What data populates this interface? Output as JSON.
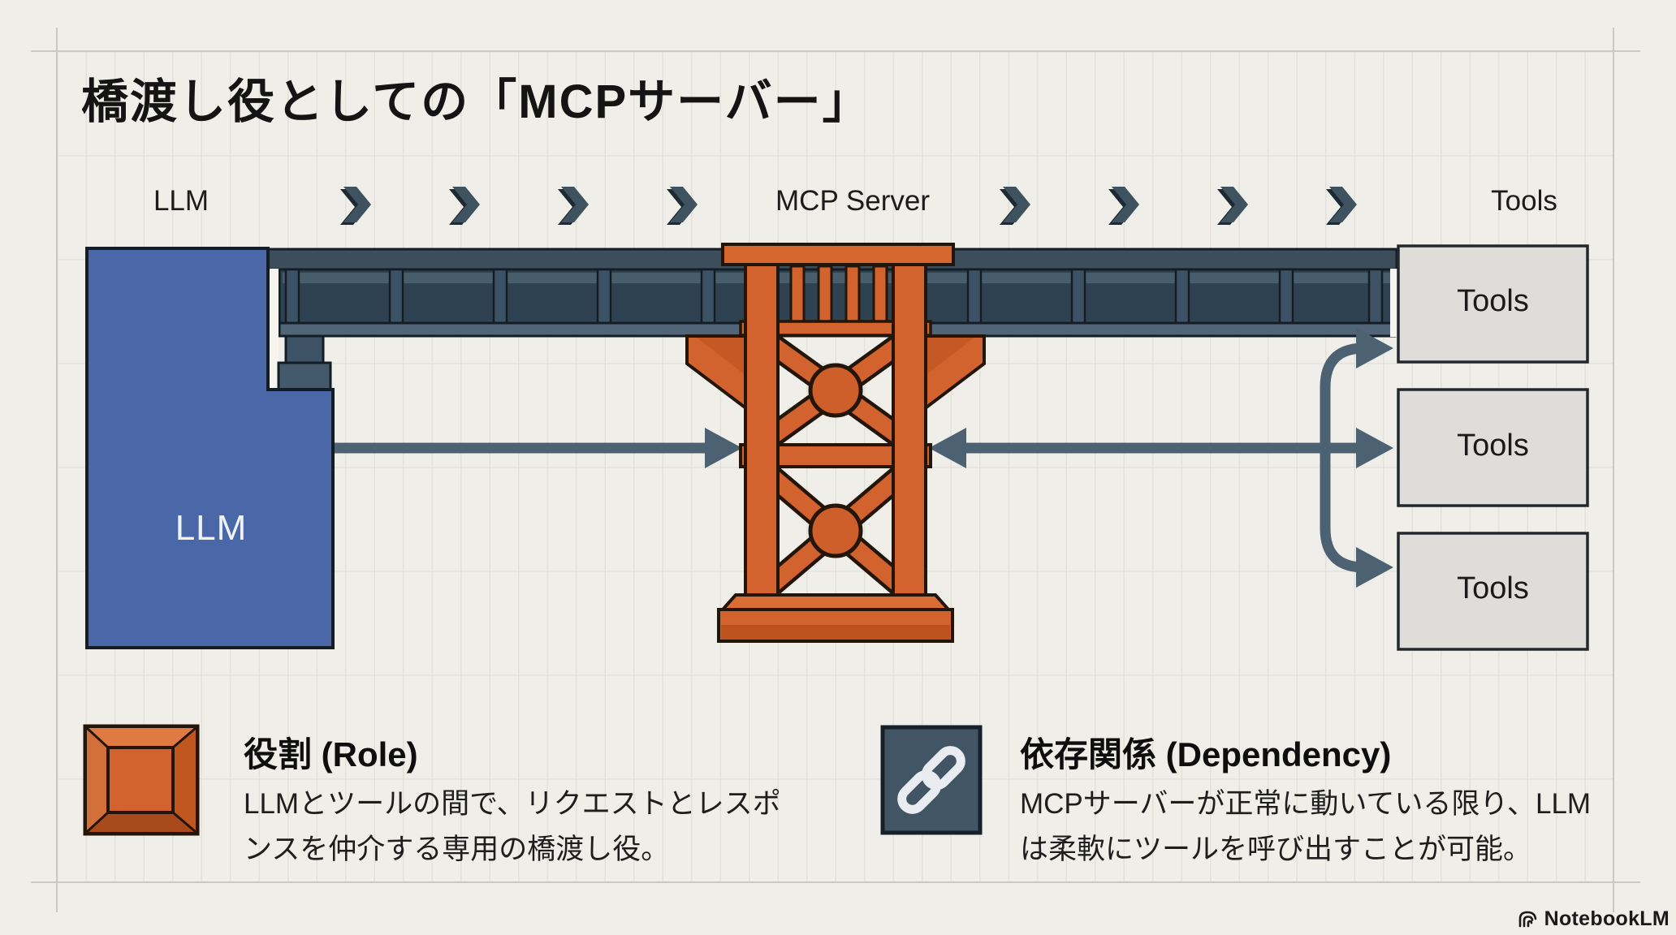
{
  "title": "橋渡し役としての「MCPサーバー」",
  "flow": {
    "llm_label": "LLM",
    "mcp_label": "MCP Server",
    "tools_label": "Tools"
  },
  "diagram": {
    "llm_box_label": "LLM",
    "tools_boxes": [
      {
        "label": "Tools"
      },
      {
        "label": "Tools"
      },
      {
        "label": "Tools"
      }
    ]
  },
  "legend": {
    "role": {
      "title": "役割 (Role)",
      "body_line1": "LLMとツールの間で、リクエストとレスポ",
      "body_line2": "ンスを仲介する専用の橋渡し役。"
    },
    "dependency": {
      "title": "依存関係 (Dependency)",
      "body_line1": "MCPサーバーが正常に動いている限り、LLM",
      "body_line2": "は柔軟にツールを呼び出すことが可能。"
    }
  },
  "branding": {
    "label": "NotebookLM"
  },
  "colors": {
    "background": "#EFEEE8",
    "accent_orange": "#D2622E",
    "orange_dark": "#B5511E",
    "slate": "#3E5260",
    "slate_deck_panel": "#2F4251",
    "arrow": "#4C6272",
    "llm_blue": "#4A68A8",
    "tools_gray": "#DEDDD9",
    "text": "#1B1B1B"
  }
}
